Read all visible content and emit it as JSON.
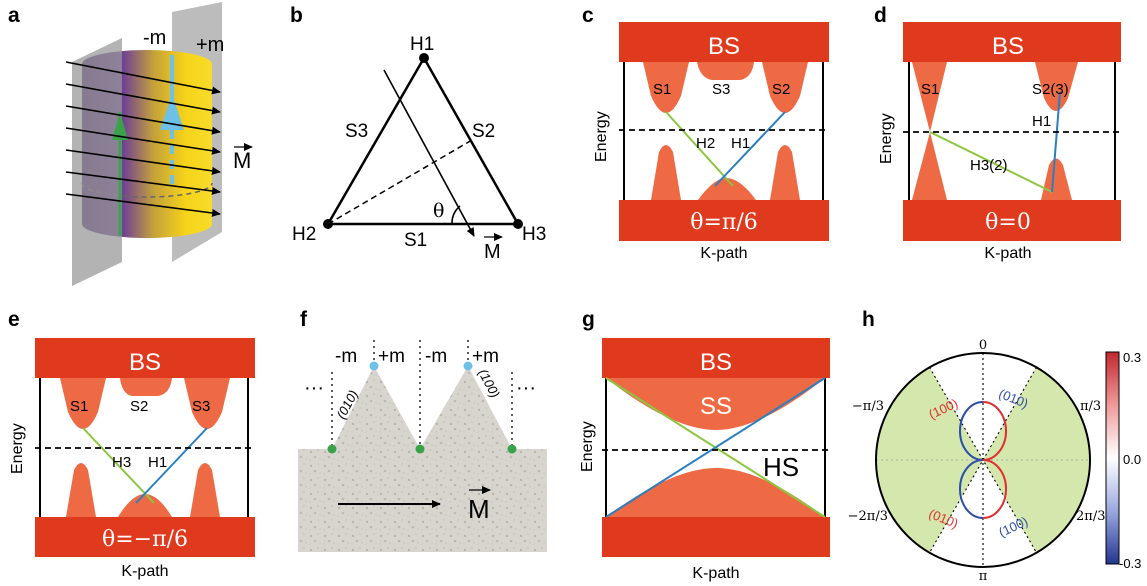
{
  "panels": {
    "a": {
      "label": "a",
      "minus_m": "-m",
      "plus_m": "+m",
      "vector": "M"
    },
    "b": {
      "label": "b",
      "h1": "H1",
      "h2": "H2",
      "h3": "H3",
      "s1": "S1",
      "s2": "S2",
      "s3": "S3",
      "theta": "θ",
      "vector": "M"
    },
    "c": {
      "label": "c",
      "bs": "BS",
      "s1": "S1",
      "s2": "S3",
      "s3": "S2",
      "h_a": "H2",
      "h_b": "H1",
      "theta_value": "θ=π/6",
      "ylabel": "Energy",
      "xlabel": "K-path"
    },
    "d": {
      "label": "d",
      "bs": "BS",
      "s1": "S1",
      "s23": "S2(3)",
      "h1": "H1",
      "h32": "H3(2)",
      "theta_value": "θ=0",
      "ylabel": "Energy",
      "xlabel": "K-path"
    },
    "e": {
      "label": "e",
      "bs": "BS",
      "s1": "S1",
      "s2": "S2",
      "s3": "S3",
      "h_a": "H3",
      "h_b": "H1",
      "theta_value": "θ=−π/6",
      "ylabel": "Energy",
      "xlabel": "K-path"
    },
    "f": {
      "label": "f",
      "m1": "-m",
      "p1": "+m",
      "m2": "-m",
      "p2": "+m",
      "dots": "···",
      "facet1": "(010)",
      "facet2": "(100)",
      "vector": "M"
    },
    "g": {
      "label": "g",
      "bs": "BS",
      "ss": "SS",
      "hs": "HS",
      "ylabel": "Energy",
      "xlabel": "K-path"
    },
    "h": {
      "label": "h",
      "top": "0",
      "bottom": "π",
      "left_upper": "−π/3",
      "right_upper": "π/3",
      "left_lower": "−2π/3",
      "right_lower": "2π/3",
      "lobe_tl": "(100)",
      "lobe_tr": "(010)",
      "lobe_bl": "(010)",
      "lobe_br": "(100)",
      "colorbar_ticks": [
        "0.3",
        "0.0",
        "-0.3"
      ]
    }
  },
  "colors": {
    "bs_red": "#e03a1e",
    "band_orange": "#ee6a44",
    "green": "#8cc63f",
    "blue": "#2a7fc0",
    "cyan": "#6fc0e6",
    "sector_green": "#d4e8ad",
    "lobe_red": "#e03030",
    "lobe_blue": "#2e4fa8"
  }
}
